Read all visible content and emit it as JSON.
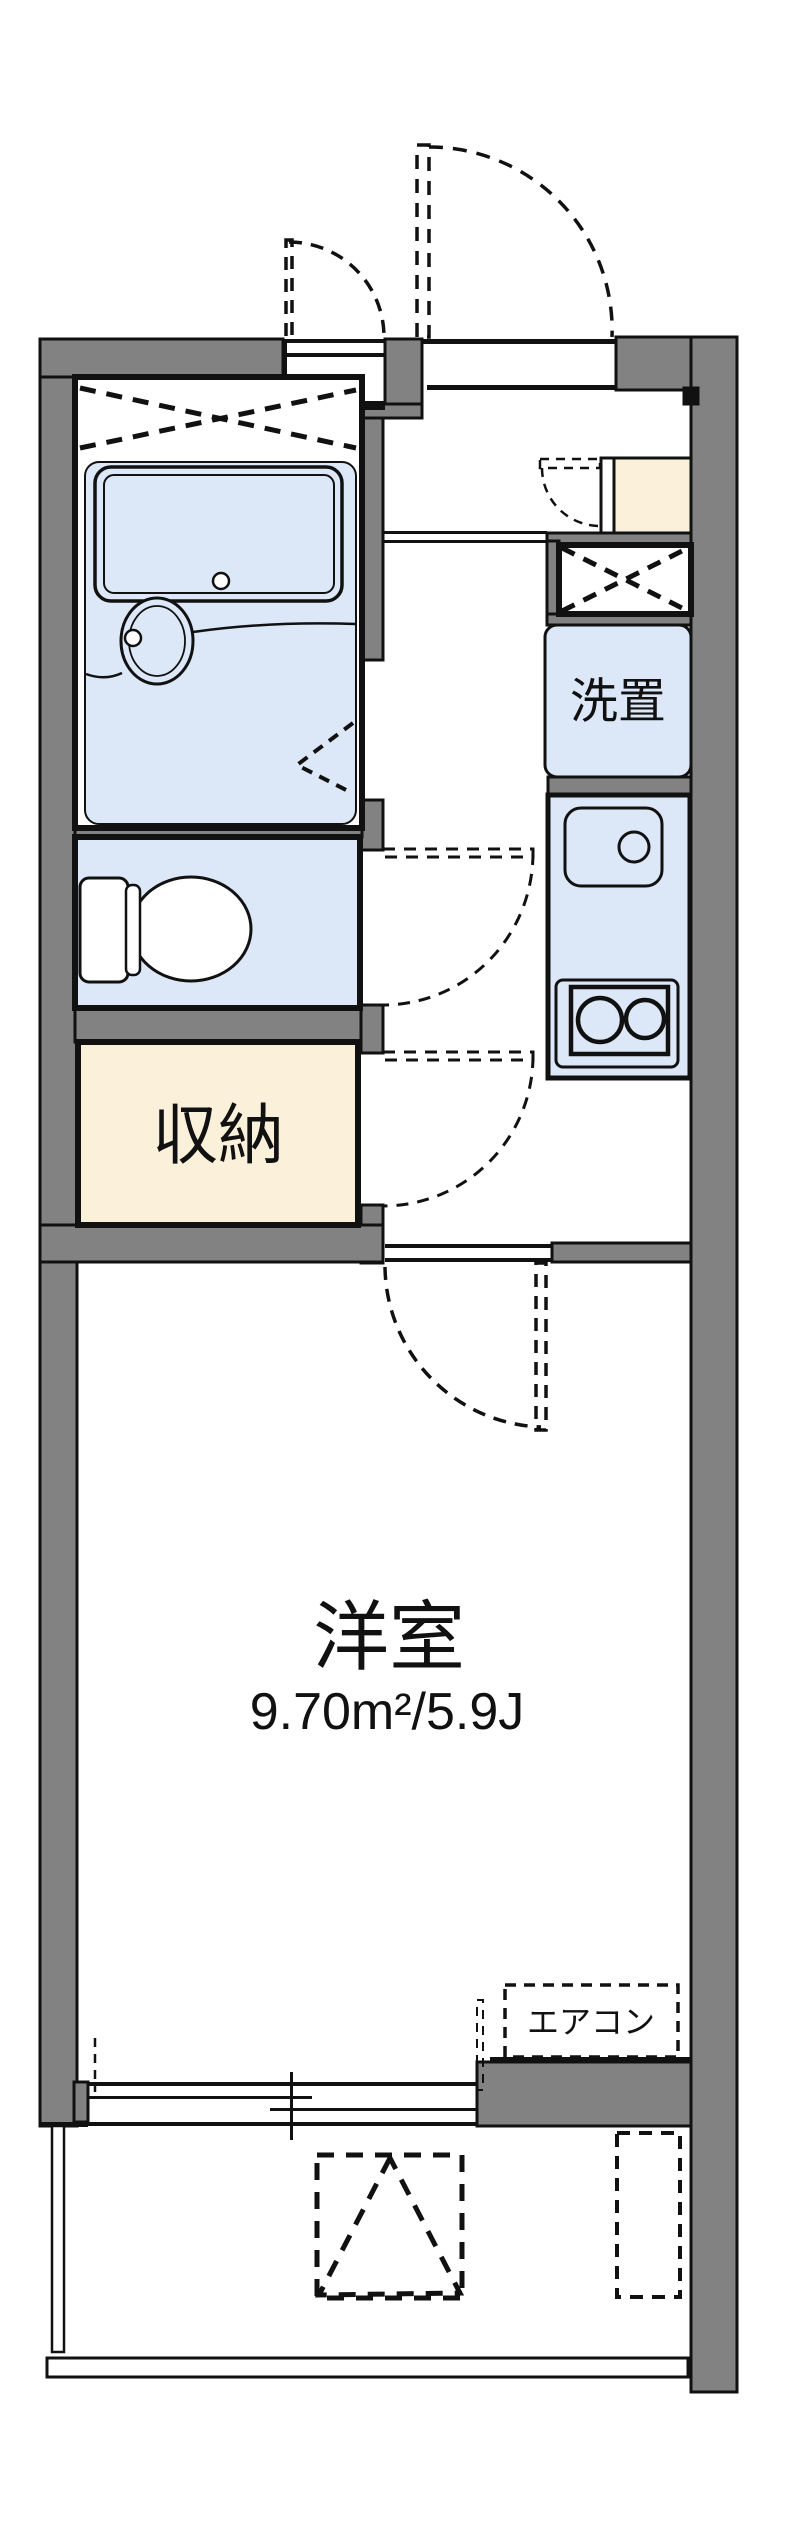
{
  "plan": {
    "type": "apartment-floor-plan",
    "labels": {
      "laundry": "洗置",
      "storage": "収納",
      "bedroom": "洋室",
      "bedroom_area": "9.70m²/5.9J",
      "aircon": "エアコン"
    },
    "bedroom": {
      "area_m2": "9.70",
      "area_tatami": "5.9J"
    },
    "colors": {
      "wall_gray": "#828282",
      "line_black": "#111111",
      "room_blue": "#dce8f7",
      "room_cream": "#fbf1da",
      "background": "#ffffff"
    }
  }
}
